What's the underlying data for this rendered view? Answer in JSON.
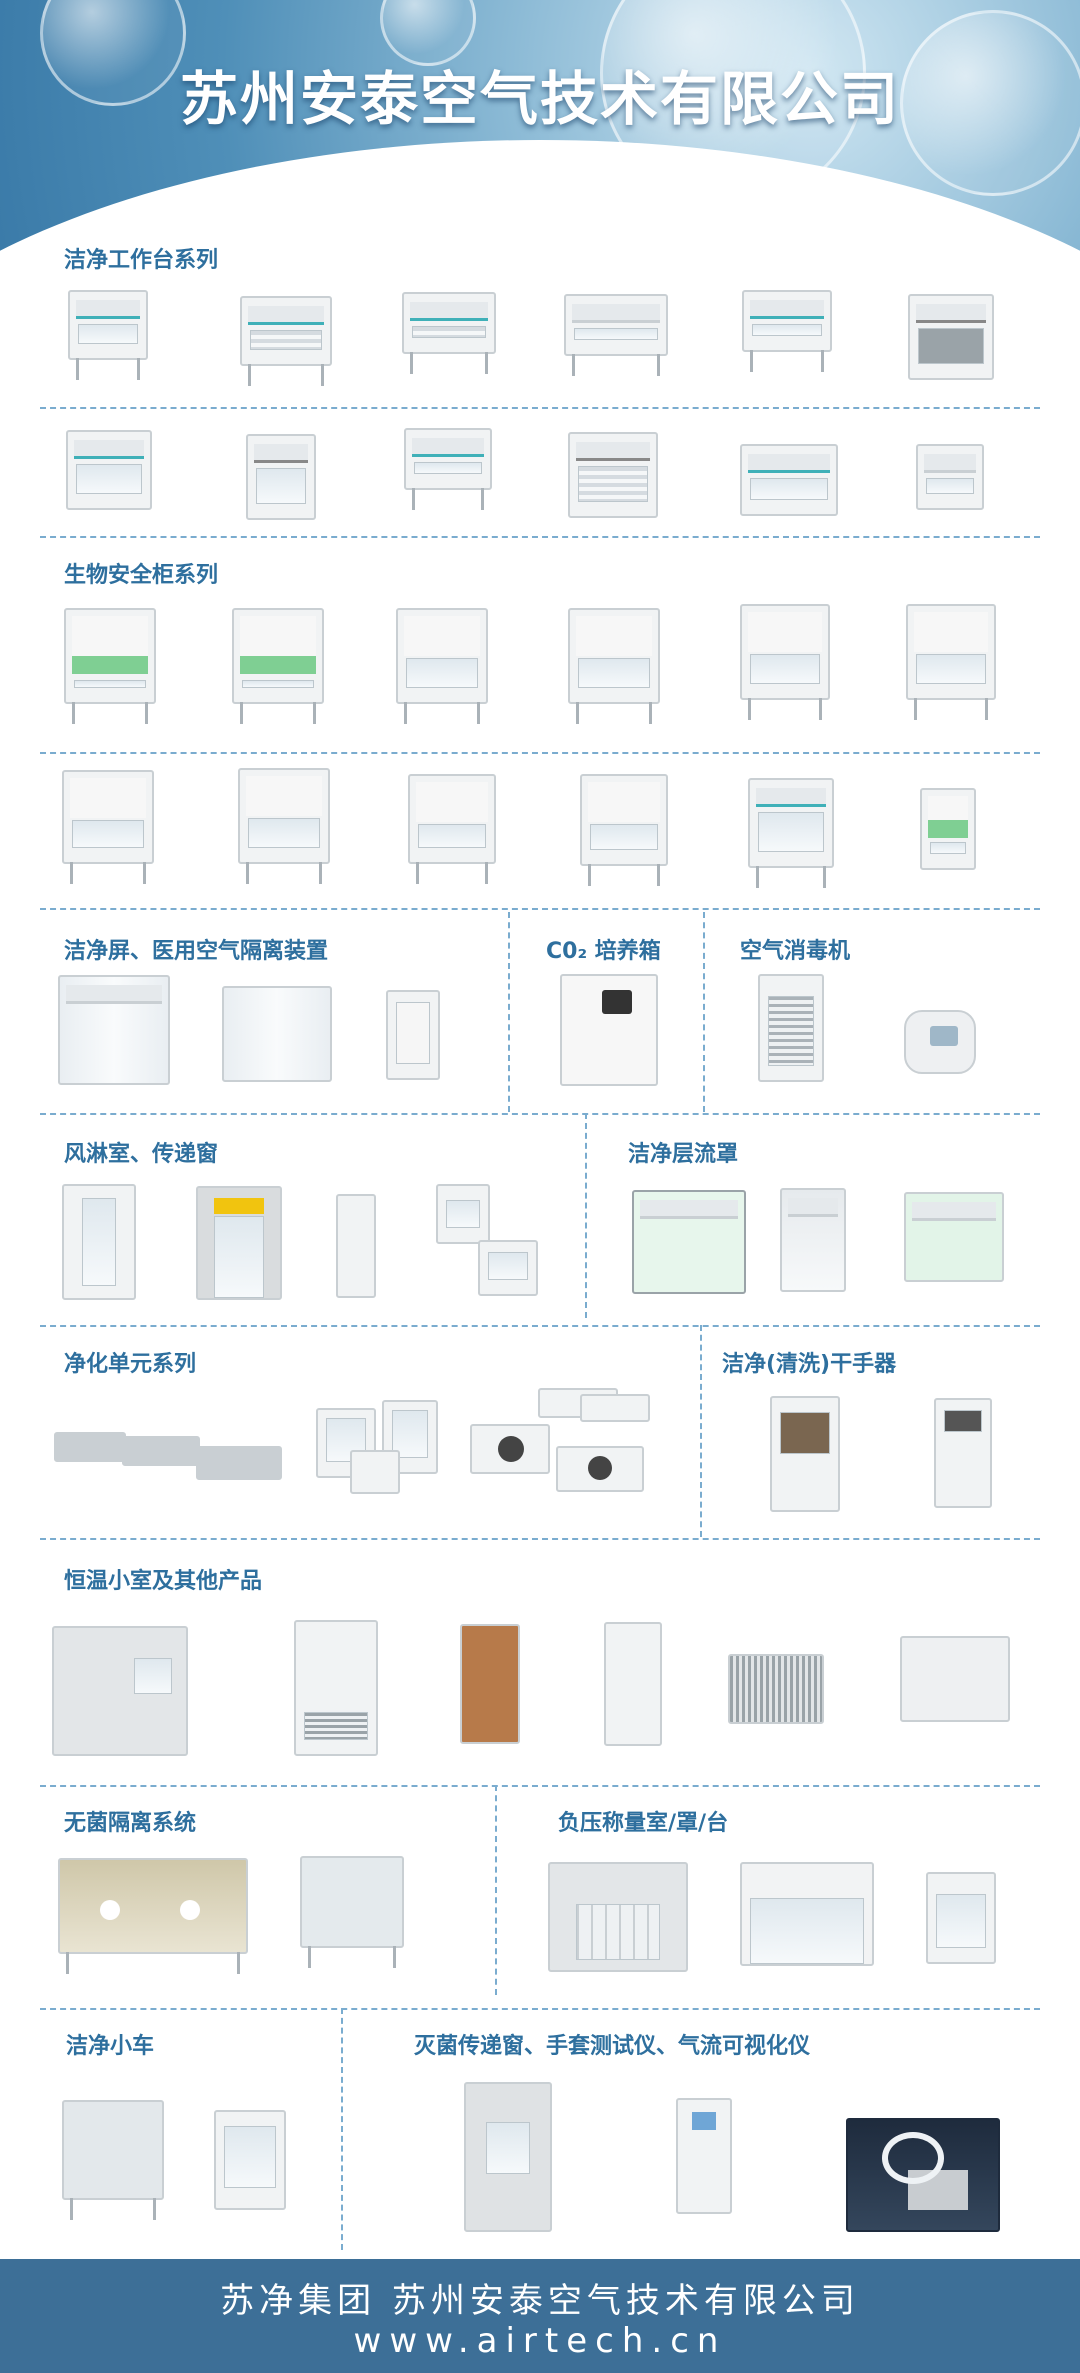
{
  "header": {
    "company_name": "苏州安泰空气技术有限公司"
  },
  "sections": {
    "clean_bench": "洁净工作台系列",
    "biosafety": "生物安全柜系列",
    "screen_isolation": "洁净屏、医用空气隔离装置",
    "co2_incubator": "C0₂ 培养箱",
    "air_disinfector": "空气消毒机",
    "air_shower": "风淋室、传递窗",
    "laminar_hood": "洁净层流罩",
    "purification_unit": "净化单元系列",
    "hand_dryer": "洁净(清洗)干手器",
    "constant_temp": "恒温小室及其他产品",
    "sterile_isolation": "无菌隔离系统",
    "negative_pressure": "负压称量室/罩/台",
    "clean_cart": "洁净小车",
    "sterilization": "灭菌传递窗、手套测试仪、气流可视化仪"
  },
  "footer": {
    "line1": "苏净集团 苏州安泰空气技术有限公司",
    "line2": "www.airtech.cn"
  },
  "colors": {
    "header_blue": "#4f8fb8",
    "title_blue": "#2e6f9e",
    "footer_blue": "#3d6f97",
    "dash_blue": "#7aaccf"
  }
}
